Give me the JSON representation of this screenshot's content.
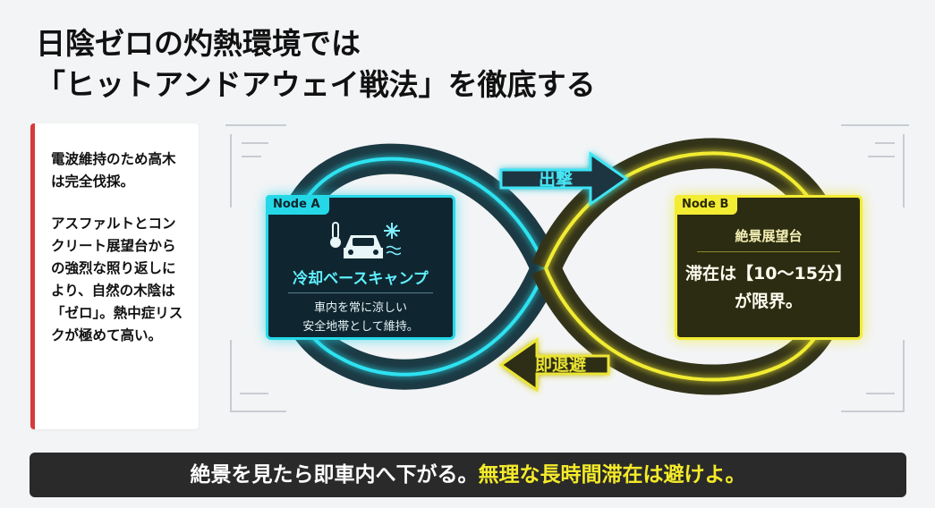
{
  "title": {
    "line1": "日陰ゼロの灼熱環境では",
    "line2": "「ヒットアンドアウェイ戦法」を徹底する"
  },
  "left_panel": {
    "paragraph1": "電波維持のため高木は完全伐採。",
    "paragraph2": "アスファルトとコンクリート展望台からの強烈な照り返しにより、自然の木陰は「ゼロ」。熱中症リスクが極めて高い。"
  },
  "diagram": {
    "node_a": {
      "tag": "Node A",
      "name": "冷却ベースキャンプ",
      "description_line1": "車内を常に涼しい",
      "description_line2": "安全地帯として維持。",
      "icons": [
        "thermometer-icon",
        "car-icon",
        "snowflake-icon"
      ]
    },
    "node_b": {
      "tag": "Node B",
      "place": "絶景展望台",
      "limit_line1": "滞在は【10〜15分】",
      "limit_line2": "が限界。"
    },
    "arrow_out_label": "出撃",
    "arrow_back_label": "即退避"
  },
  "bottom_banner": {
    "part1": "絶景を見たら即車内へ下がる。",
    "part2": "無理な長時間滞在は避けよ。"
  },
  "colors": {
    "cyan": "#25d8e8",
    "yellow": "#f2ec33",
    "accent_red": "#d83a3a",
    "banner_bg": "#2a2a2a"
  }
}
